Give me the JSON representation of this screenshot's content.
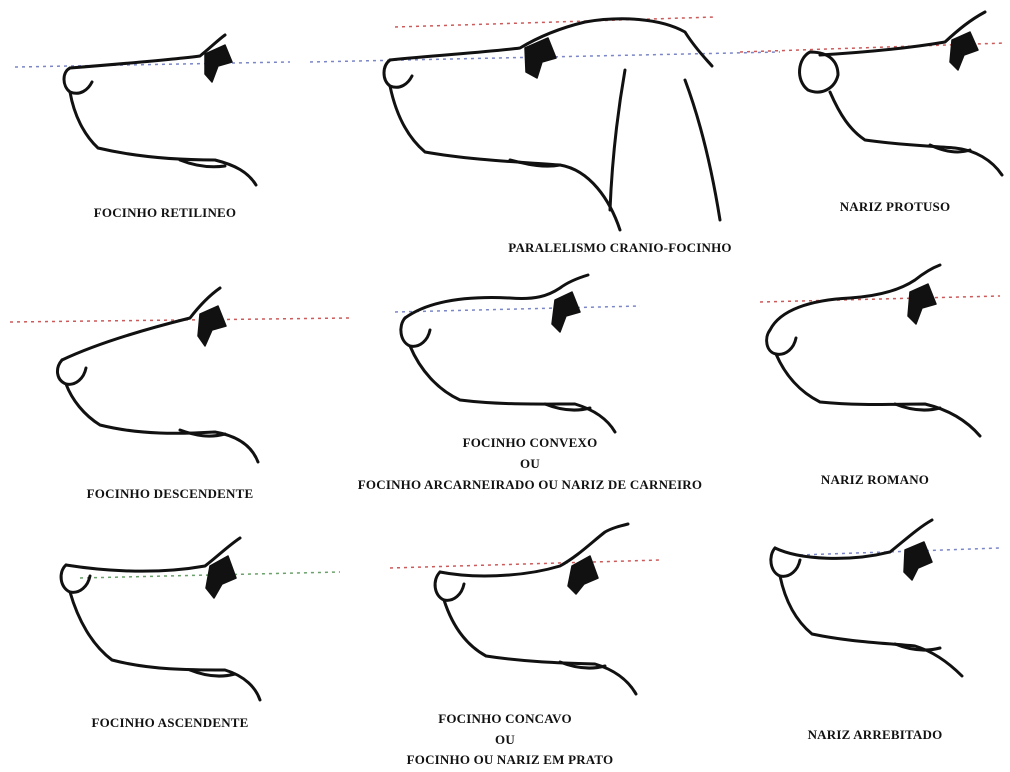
{
  "colors": {
    "line": "#111111",
    "guide_red": "#cc5a5a",
    "guide_blue": "#7a86c8",
    "guide_green": "#6aa06a"
  },
  "figures": [
    {
      "label": "FOCINHO RETILINEO"
    },
    {
      "label": "PARALELISMO CRANIO-FOCINHO"
    },
    {
      "label": "NARIZ PROTUSO"
    },
    {
      "label": "FOCINHO DESCENDENTE"
    },
    {
      "label_lines": [
        "FOCINHO CONVEXO",
        "OU",
        "FOCINHO ARCARNEIRADO OU NARIZ DE CARNEIRO"
      ]
    },
    {
      "label": "NARIZ ROMANO"
    },
    {
      "label": "FOCINHO ASCENDENTE"
    },
    {
      "label_lines": [
        "FOCINHO CONCAVO",
        "OU",
        "FOCINHO OU NARIZ EM PRATO"
      ]
    },
    {
      "label": "NARIZ ARREBITADO"
    }
  ]
}
